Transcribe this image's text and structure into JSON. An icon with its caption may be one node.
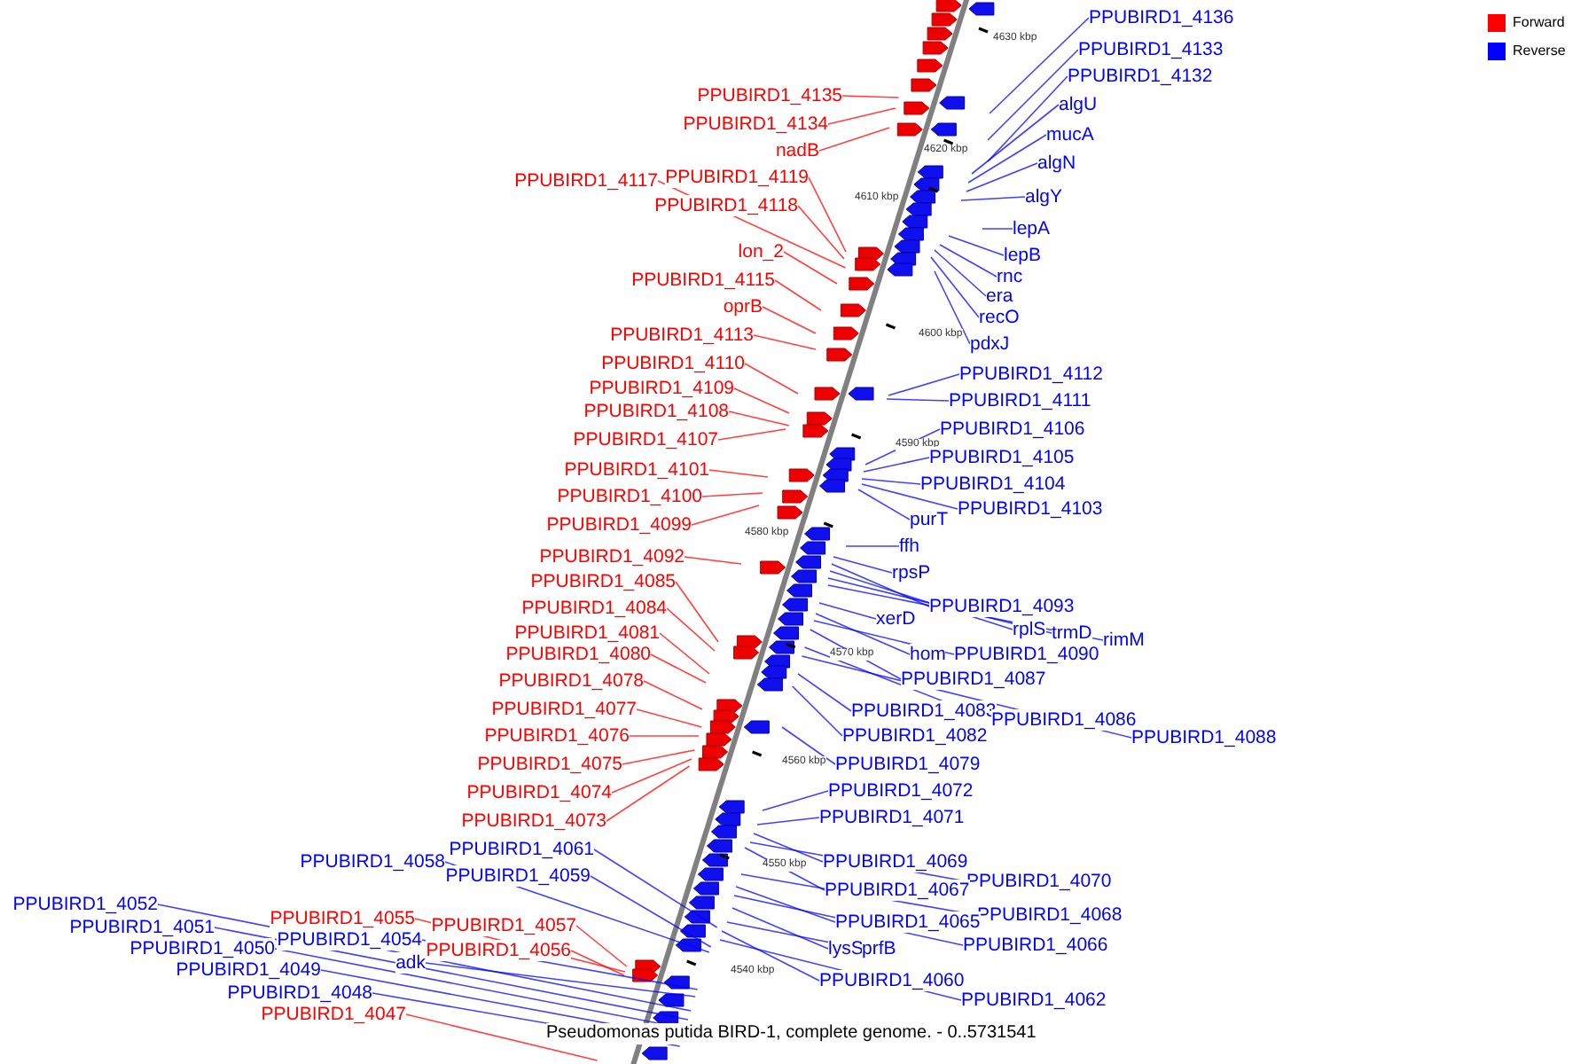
{
  "diagram": {
    "caption": "Pseudomonas putida BIRD-1, complete genome. - 0..5731541",
    "nodes": [
      {
        "text": [
          "PPUBIRD1_4135"
        ]
      },
      {
        "text": [
          "PPUBIRD1_4134"
        ]
      },
      {
        "text": [
          "nadB"
        ]
      },
      {
        "text": [
          "PPUBIRD1_4117"
        ]
      },
      {
        "text": [
          "PPUBIRD1_4119"
        ]
      },
      {
        "text": [
          "PPUBIRD1_4118"
        ]
      },
      {
        "text": [
          "lon_2"
        ]
      },
      {
        "text": [
          "PPUBIRD1_4115"
        ]
      },
      {
        "text": [
          "oprB"
        ]
      },
      {
        "text": [
          "PPUBIRD1_4113"
        ]
      },
      {
        "text": [
          "PPUBIRD1_4110"
        ]
      },
      {
        "text": [
          "PPUBIRD1_4109"
        ]
      },
      {
        "text": [
          "PPUBIRD1_4108"
        ]
      },
      {
        "text": [
          "PPUBIRD1_4107"
        ]
      },
      {
        "text": [
          "PPUBIRD1_4101"
        ]
      },
      {
        "text": [
          "PPUBIRD1_4100"
        ]
      },
      {
        "text": [
          "PPUBIRD1_4099"
        ]
      },
      {
        "text": [
          "PPUBIRD1_4092"
        ]
      },
      {
        "text": [
          "PPUBIRD1_4085"
        ]
      },
      {
        "text": [
          "PPUBIRD1_4084"
        ]
      },
      {
        "text": [
          "PPUBIRD1_4081"
        ]
      },
      {
        "text": [
          "PPUBIRD1_4080"
        ]
      },
      {
        "text": [
          "PPUBIRD1_4078"
        ]
      },
      {
        "text": [
          "PPUBIRD1_4077"
        ]
      },
      {
        "text": [
          "PPUBIRD1_4076"
        ]
      },
      {
        "text": [
          "PPUBIRD1_4075"
        ]
      },
      {
        "text": [
          "PPUBIRD1_4074"
        ]
      },
      {
        "text": [
          "PPUBIRD1_4073"
        ]
      },
      {
        "text": [
          "PPUBIRD1_4057"
        ]
      },
      {
        "text": [
          "PPUBIRD1_4056"
        ]
      },
      {
        "text": [
          "PPUBIRD1_4055"
        ]
      },
      {
        "text": [
          "PPUBIRD1_4047"
        ]
      },
      {
        "text": [
          "PPUBIRD1_4136"
        ]
      },
      {
        "text": [
          "PPUBIRD1_4133"
        ]
      },
      {
        "text": [
          "PPUBIRD1_4132"
        ]
      },
      {
        "text": [
          "algU"
        ]
      },
      {
        "text": [
          "mucA"
        ]
      },
      {
        "text": [
          "algN"
        ]
      },
      {
        "text": [
          "algY"
        ]
      },
      {
        "text": [
          "lepA"
        ]
      },
      {
        "text": [
          "lepB"
        ]
      },
      {
        "text": [
          "rnc"
        ]
      },
      {
        "text": [
          "era"
        ]
      },
      {
        "text": [
          "recO"
        ]
      },
      {
        "text": [
          "pdxJ"
        ]
      },
      {
        "text": [
          "PPUBIRD1_4112"
        ]
      },
      {
        "text": [
          "PPUBIRD1_4111"
        ]
      },
      {
        "text": [
          "PPUBIRD1_4106"
        ]
      },
      {
        "text": [
          "PPUBIRD1_4105"
        ]
      },
      {
        "text": [
          "PPUBIRD1_4104"
        ]
      },
      {
        "text": [
          "PPUBIRD1_4103"
        ]
      },
      {
        "text": [
          "purT"
        ]
      },
      {
        "text": [
          "ffh"
        ]
      },
      {
        "text": [
          "rpsP"
        ]
      },
      {
        "text": [
          "PPUBIRD1_4093"
        ]
      },
      {
        "text": [
          "rplS"
        ]
      },
      {
        "text": [
          "trmD"
        ]
      },
      {
        "text": [
          "rimM"
        ]
      },
      {
        "text": [
          "xerD"
        ]
      },
      {
        "text": [
          "hom"
        ]
      },
      {
        "text": [
          "PPUBIRD1_4090"
        ]
      },
      {
        "text": [
          "PPUBIRD1_4087"
        ]
      },
      {
        "text": [
          "PPUBIRD1_4083"
        ]
      },
      {
        "text": [
          "PPUBIRD1_4086"
        ]
      },
      {
        "text": [
          "PPUBIRD1_4088"
        ]
      },
      {
        "text": [
          "PPUBIRD1_4082"
        ]
      },
      {
        "text": [
          "PPUBIRD1_4079"
        ]
      },
      {
        "text": [
          "PPUBIRD1_4072"
        ]
      },
      {
        "text": [
          "PPUBIRD1_4071"
        ]
      },
      {
        "text": [
          "PPUBIRD1_4069"
        ]
      },
      {
        "text": [
          "PPUBIRD1_4070"
        ]
      },
      {
        "text": [
          "PPUBIRD1_4067"
        ]
      },
      {
        "text": [
          "PPUBIRD1_4068"
        ]
      },
      {
        "text": [
          "PPUBIRD1_4065"
        ]
      },
      {
        "text": [
          "PPUBIRD1_4066"
        ]
      },
      {
        "text": [
          "lysS"
        ]
      },
      {
        "text": [
          "prfB"
        ]
      },
      {
        "text": [
          "PPUBIRD1_4060"
        ]
      },
      {
        "text": [
          "PPUBIRD1_4062"
        ]
      },
      {
        "text": [
          "PPUBIRD1_4061"
        ]
      },
      {
        "text": [
          "PPUBIRD1_4058"
        ]
      },
      {
        "text": [
          "PPUBIRD1_4059"
        ]
      },
      {
        "text": [
          "PPUBIRD1_4052"
        ]
      },
      {
        "text": [
          "PPUBIRD1_4051"
        ]
      },
      {
        "text": [
          "PPUBIRD1_4054"
        ]
      },
      {
        "text": [
          "PPUBIRD1_4050"
        ]
      },
      {
        "text": [
          "adk"
        ]
      },
      {
        "text": [
          "PPUBIRD1_4049"
        ]
      },
      {
        "text": [
          "PPUBIRD1_4048"
        ]
      }
    ],
    "edges": [
      {
        "from": 0,
        "to": null,
        "arrow": "none",
        "color": "#ff0000"
      },
      {
        "from": 1,
        "to": null,
        "arrow": "none",
        "color": "#ff0000"
      },
      {
        "from": 2,
        "to": null,
        "arrow": "none",
        "color": "#ff0000"
      },
      {
        "from": 3,
        "to": null,
        "arrow": "none",
        "color": "#ff0000"
      },
      {
        "from": 4,
        "to": null,
        "arrow": "none",
        "color": "#ff0000"
      },
      {
        "from": 5,
        "to": null,
        "arrow": "none",
        "color": "#ff0000"
      },
      {
        "from": 6,
        "to": null,
        "arrow": "none",
        "color": "#ff0000"
      },
      {
        "from": 7,
        "to": null,
        "arrow": "none",
        "color": "#ff0000"
      },
      {
        "from": 8,
        "to": null,
        "arrow": "none",
        "color": "#ff0000"
      },
      {
        "from": 9,
        "to": null,
        "arrow": "none",
        "color": "#ff0000"
      },
      {
        "from": 10,
        "to": null,
        "arrow": "none",
        "color": "#ff0000"
      },
      {
        "from": 11,
        "to": null,
        "arrow": "none",
        "color": "#ff0000"
      },
      {
        "from": 12,
        "to": null,
        "arrow": "none",
        "color": "#ff0000"
      },
      {
        "from": 13,
        "to": null,
        "arrow": "none",
        "color": "#ff0000"
      },
      {
        "from": 14,
        "to": null,
        "arrow": "none",
        "color": "#ff0000"
      },
      {
        "from": 15,
        "to": null,
        "arrow": "none",
        "color": "#ff0000"
      },
      {
        "from": 16,
        "to": null,
        "arrow": "none",
        "color": "#ff0000"
      },
      {
        "from": 17,
        "to": null,
        "arrow": "none",
        "color": "#ff0000"
      },
      {
        "from": 18,
        "to": null,
        "arrow": "none",
        "color": "#ff0000"
      },
      {
        "from": 19,
        "to": null,
        "arrow": "none",
        "color": "#ff0000"
      },
      {
        "from": 20,
        "to": null,
        "arrow": "none",
        "color": "#ff0000"
      },
      {
        "from": 21,
        "to": null,
        "arrow": "none",
        "color": "#ff0000"
      },
      {
        "from": 22,
        "to": null,
        "arrow": "none",
        "color": "#ff0000"
      },
      {
        "from": 23,
        "to": null,
        "arrow": "none",
        "color": "#ff0000"
      },
      {
        "from": 24,
        "to": null,
        "arrow": "none",
        "color": "#ff0000"
      },
      {
        "from": 25,
        "to": null,
        "arrow": "none",
        "color": "#ff0000"
      },
      {
        "from": 26,
        "to": null,
        "arrow": "none",
        "color": "#ff0000"
      },
      {
        "from": 27,
        "to": null,
        "arrow": "none",
        "color": "#ff0000"
      },
      {
        "from": 28,
        "to": null,
        "arrow": "none",
        "color": "#ff0000"
      },
      {
        "from": 29,
        "to": null,
        "arrow": "none",
        "color": "#ff0000"
      },
      {
        "from": 30,
        "to": null,
        "arrow": "none",
        "color": "#ff0000"
      },
      {
        "from": 31,
        "to": null,
        "arrow": "none",
        "color": "#ff0000"
      },
      {
        "from": 32,
        "to": null,
        "arrow": "none"
      },
      {
        "from": 33,
        "to": null,
        "arrow": "none"
      },
      {
        "from": 34,
        "to": null,
        "arrow": "none"
      },
      {
        "from": 35,
        "to": null,
        "arrow": "none"
      },
      {
        "from": 36,
        "to": null,
        "arrow": "none"
      },
      {
        "from": 37,
        "to": null,
        "arrow": "none"
      },
      {
        "from": 38,
        "to": null,
        "arrow": "none"
      },
      {
        "from": 39,
        "to": null,
        "arrow": "none"
      },
      {
        "from": 40,
        "to": null,
        "arrow": "none"
      },
      {
        "from": 41,
        "to": null,
        "arrow": "none"
      },
      {
        "from": 42,
        "to": null,
        "arrow": "none"
      },
      {
        "from": 43,
        "to": null,
        "arrow": "none"
      },
      {
        "from": 44,
        "to": null,
        "arrow": "none"
      },
      {
        "from": 45,
        "to": null,
        "arrow": "none"
      },
      {
        "from": 46,
        "to": null,
        "arrow": "none"
      },
      {
        "from": 47,
        "to": null,
        "arrow": "none"
      },
      {
        "from": 48,
        "to": null,
        "arrow": "none"
      },
      {
        "from": 49,
        "to": null,
        "arrow": "none"
      },
      {
        "from": 50,
        "to": null,
        "arrow": "none"
      },
      {
        "from": 51,
        "to": null,
        "arrow": "none"
      },
      {
        "from": 52,
        "to": null,
        "arrow": "none"
      },
      {
        "from": 53,
        "to": null,
        "arrow": "none"
      },
      {
        "from": 54,
        "to": null,
        "arrow": "none"
      },
      {
        "from": 55,
        "to": null,
        "arrow": "none"
      },
      {
        "from": 56,
        "to": null,
        "arrow": "none"
      },
      {
        "from": 57,
        "to": null,
        "arrow": "none"
      },
      {
        "from": 58,
        "to": null,
        "arrow": "none"
      },
      {
        "from": 59,
        "to": null,
        "arrow": "none"
      },
      {
        "from": 60,
        "to": null,
        "arrow": "none"
      },
      {
        "from": 61,
        "to": null,
        "arrow": "none"
      },
      {
        "from": 62,
        "to": null,
        "arrow": "none"
      },
      {
        "from": 63,
        "to": null,
        "arrow": "none"
      },
      {
        "from": 64,
        "to": null,
        "arrow": "none"
      },
      {
        "from": 65,
        "to": null,
        "arrow": "none"
      },
      {
        "from": 66,
        "to": null,
        "arrow": "none"
      },
      {
        "from": 67,
        "to": null,
        "arrow": "none"
      },
      {
        "from": 68,
        "to": null,
        "arrow": "none"
      },
      {
        "from": 69,
        "to": null,
        "arrow": "none"
      },
      {
        "from": 70,
        "to": null,
        "arrow": "none"
      },
      {
        "from": 71,
        "to": null,
        "arrow": "none"
      },
      {
        "from": 72,
        "to": null,
        "arrow": "none"
      },
      {
        "from": 73,
        "to": null,
        "arrow": "none"
      },
      {
        "from": 74,
        "to": null,
        "arrow": "none"
      },
      {
        "from": 75,
        "to": null,
        "arrow": "none"
      },
      {
        "from": 76,
        "to": null,
        "arrow": "none"
      },
      {
        "from": 77,
        "to": null,
        "arrow": "none"
      },
      {
        "from": 78,
        "to": null,
        "arrow": "none"
      },
      {
        "from": 79,
        "to": null,
        "arrow": "none"
      },
      {
        "from": 80,
        "to": null,
        "arrow": "none"
      },
      {
        "from": 81,
        "to": null,
        "arrow": "none"
      },
      {
        "from": 82,
        "to": null,
        "arrow": "none"
      },
      {
        "from": 83,
        "to": null,
        "arrow": "none"
      },
      {
        "from": 84,
        "to": null,
        "arrow": "none"
      },
      {
        "from": 85,
        "to": null,
        "arrow": "none"
      },
      {
        "from": 86,
        "to": null,
        "arrow": "none"
      },
      {
        "from": 87,
        "to": null,
        "arrow": "none"
      },
      {
        "from": 88,
        "to": null,
        "arrow": "none"
      }
    ],
    "labels": [
      "4630 kbp",
      "4620 kbp",
      "4610 kbp",
      "4600 kbp",
      "4590 kbp",
      "4580 kbp",
      "4570 kbp",
      "4560 kbp",
      "4550 kbp",
      "4540 kbp"
    ],
    "legend": [
      {
        "text": "Forward",
        "color": "#ff0000"
      },
      {
        "text": "Reverse",
        "color": "#0000ff"
      }
    ]
  }
}
